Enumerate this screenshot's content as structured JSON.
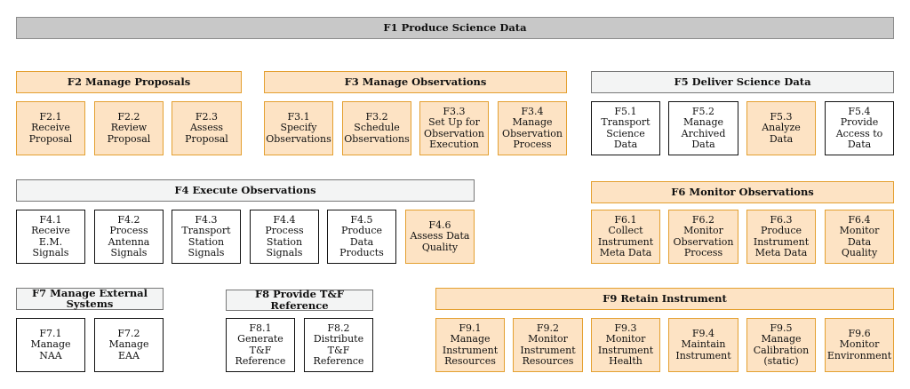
{
  "root": {
    "label": "F1 Produce Science Data"
  },
  "groups": {
    "f2": {
      "label": "F2 Manage Proposals",
      "items": [
        "F2.1\nReceive\nProposal",
        "F2.2\nReview\nProposal",
        "F2.3\nAssess\nProposal"
      ]
    },
    "f3": {
      "label": "F3 Manage Observations",
      "items": [
        "F3.1\nSpecify\nObservations",
        "F3.2\nSchedule\nObservations",
        "F3.3\nSet Up for\nObservation\nExecution",
        "F3.4\nManage\nObservation\nProcess"
      ]
    },
    "f5": {
      "label": "F5 Deliver Science Data",
      "items": [
        "F5.1\nTransport\nScience Data",
        "F5.2\nManage\nArchived\nData",
        "F5.3\nAnalyze Data",
        "F5.4\nProvide\nAccess to\nData"
      ]
    },
    "f4": {
      "label": "F4 Execute Observations",
      "items": [
        "F4.1\nReceive E.M.\nSignals",
        "F4.2\nProcess\nAntenna\nSignals",
        "F4.3\nTransport\nStation\nSignals",
        "F4.4\nProcess\nStation\nSignals",
        "F4.5\nProduce Data\nProducts",
        "F4.6\nAssess Data\nQuality"
      ]
    },
    "f6": {
      "label": "F6 Monitor Observations",
      "items": [
        "F6.1\nCollect\nInstrument\nMeta Data",
        "F6.2\nMonitor\nObservation\nProcess",
        "F6.3\nProduce\nInstrument\nMeta Data",
        "F6.4\nMonitor Data\nQuality"
      ]
    },
    "f7": {
      "label": "F7 Manage External\nSystems",
      "items": [
        "F7.1\nManage  NAA",
        "F7.2\nManage\nEAA"
      ]
    },
    "f8": {
      "label": "F8 Provide T&F Reference",
      "items": [
        "F8.1\nGenerate\nT&F\nReference",
        "F8.2\nDistribute\nT&F\nReference"
      ]
    },
    "f9": {
      "label": "F9 Retain Instrument",
      "items": [
        "F9.1\nManage\nInstrument\nResources",
        "F9.2\nMonitor\nInstrument\nResources",
        "F9.3\nMonitor\nInstrument\nHealth",
        "F9.4\nMaintain\nInstrument",
        "F9.5\nManage\nCalibration\n(static)",
        "F9.6\nMonitor\nEnvironment"
      ]
    }
  },
  "colors": {
    "root_fill": "#c8c8c8",
    "orange_fill": "#fde3c4",
    "orange_border": "#e4a030",
    "light_fill": "#f3f4f4",
    "white_fill": "#ffffff"
  }
}
